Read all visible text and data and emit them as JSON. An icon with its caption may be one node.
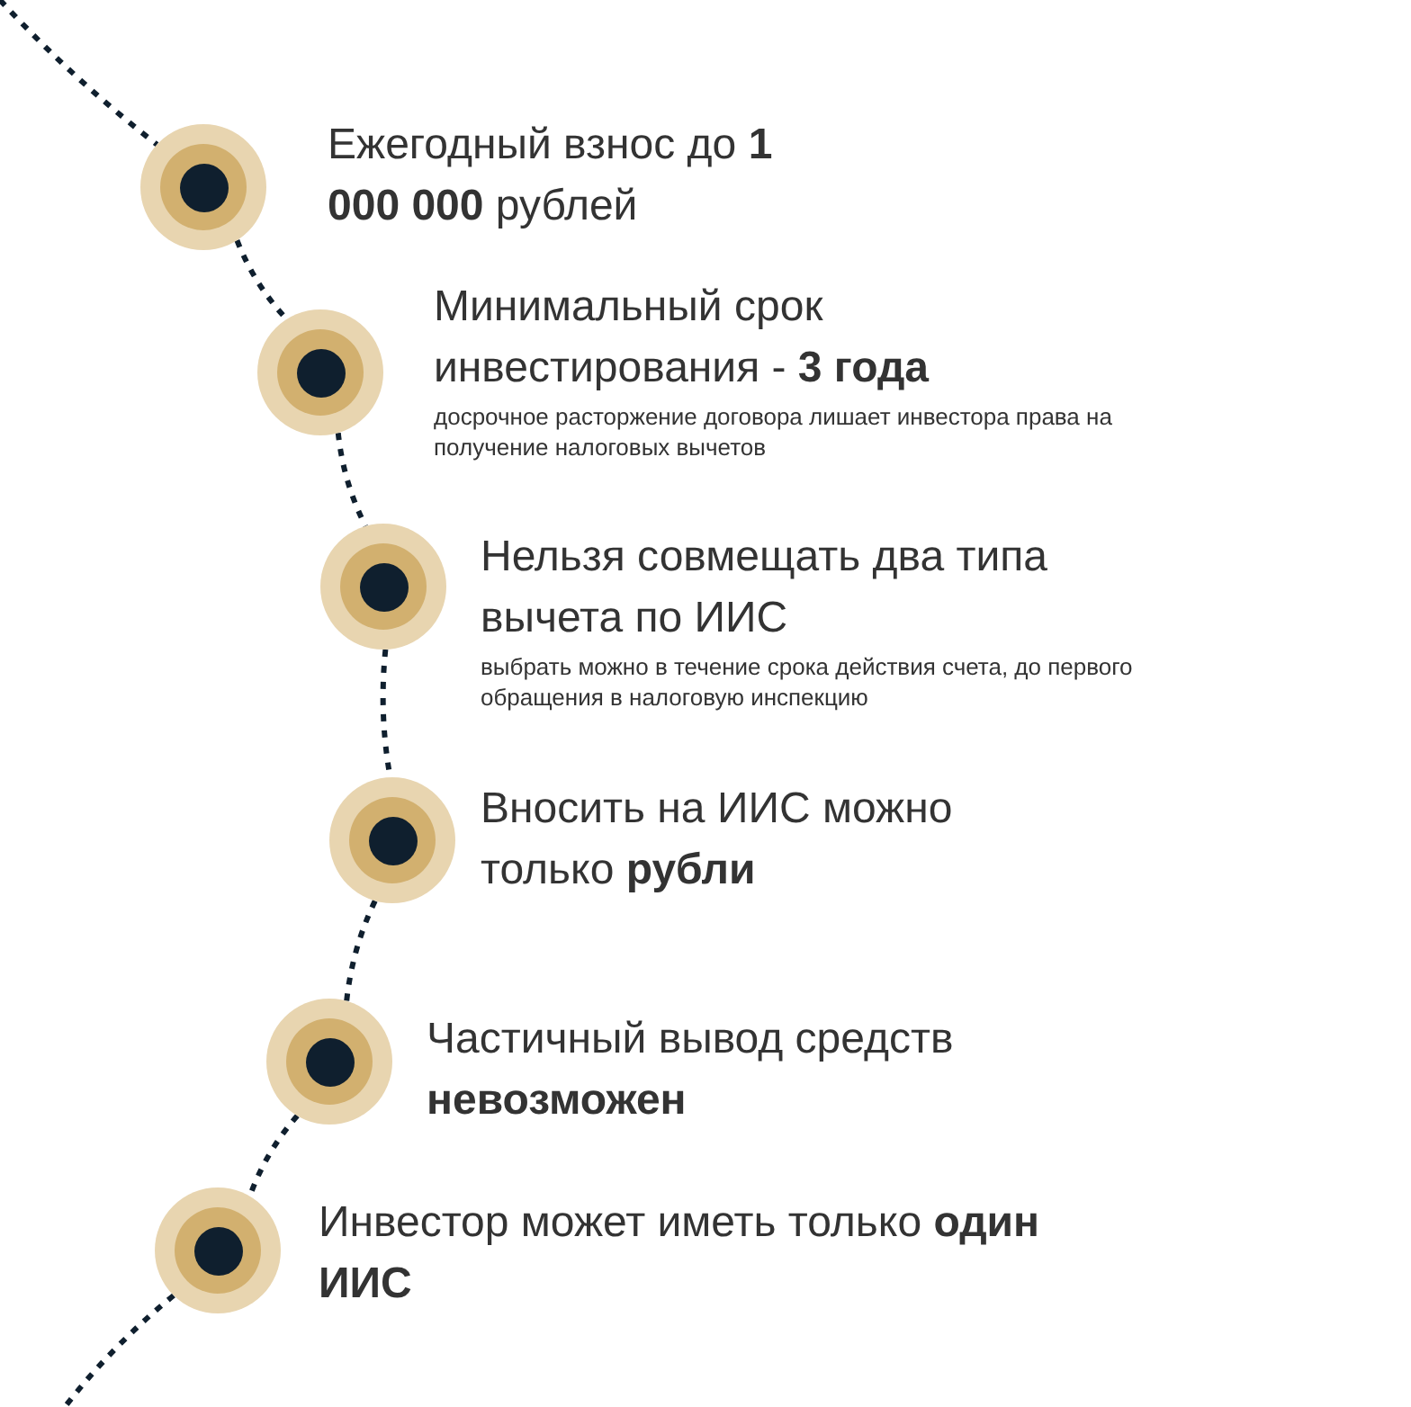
{
  "diagram": {
    "nodes": [
      {
        "text": [],
        "shape": "circle",
        "beside": [
          "Ежегодный взнос до **1 000 000** рублей"
        ]
      },
      {
        "text": [],
        "shape": "circle",
        "beside": [
          "Минимальный срок инвестирования - **3 года**",
          "досрочное расторжение договора лишает инвестора права на получение налоговых вычетов"
        ]
      },
      {
        "text": [],
        "shape": "circle",
        "beside": [
          "Нельзя совмещать два типа вычета по ИИС",
          "выбрать можно в течение срока действия счета, до первого обращения в налоговую инспекцию"
        ]
      },
      {
        "text": [],
        "shape": "circle",
        "beside": [
          "Вносить на ИИС можно только **рубли**"
        ]
      },
      {
        "text": [],
        "shape": "circle",
        "beside": [
          "Частичный вывод средств **невозможен**"
        ]
      },
      {
        "text": [],
        "shape": "circle",
        "beside": [
          "Инвестор может иметь только **один ИИС**"
        ]
      }
    ],
    "edges": [
      {
        "from": null,
        "to": 0,
        "arrow": "none",
        "style": "dashed"
      },
      {
        "from": 0,
        "to": 1,
        "arrow": "none",
        "style": "dashed"
      },
      {
        "from": 1,
        "to": 2,
        "arrow": "none",
        "style": "dashed"
      },
      {
        "from": 2,
        "to": 3,
        "arrow": "none",
        "style": "dashed"
      },
      {
        "from": 3,
        "to": 4,
        "arrow": "none",
        "style": "dashed"
      },
      {
        "from": 4,
        "to": 5,
        "arrow": "none",
        "style": "dashed"
      },
      {
        "from": 5,
        "to": null,
        "arrow": "none",
        "style": "dashed"
      }
    ]
  }
}
